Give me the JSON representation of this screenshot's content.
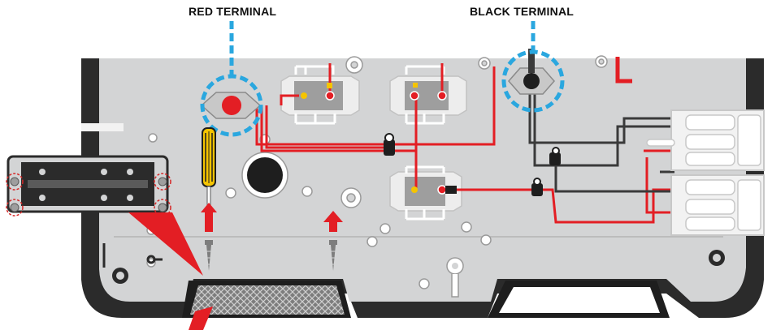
{
  "labels": {
    "red_terminal": "RED TERMINAL",
    "black_terminal": "BLACK TERMINAL"
  },
  "colors": {
    "panel": "#d3d4d5",
    "panel_edge": "#2b2b2b",
    "callout": "#2aa7df",
    "red_wire": "#e31e24",
    "black_wire": "#3a3a3a",
    "screwdriver_handle": "#f5c400",
    "arrow": "#e31e24",
    "highlight_ring": "#d62828"
  },
  "icons": [
    "red-terminal-nut",
    "black-terminal-nut",
    "screwdriver-icon",
    "up-arrow-icon",
    "screw-icon",
    "handle-mesh",
    "callout-circle"
  ]
}
